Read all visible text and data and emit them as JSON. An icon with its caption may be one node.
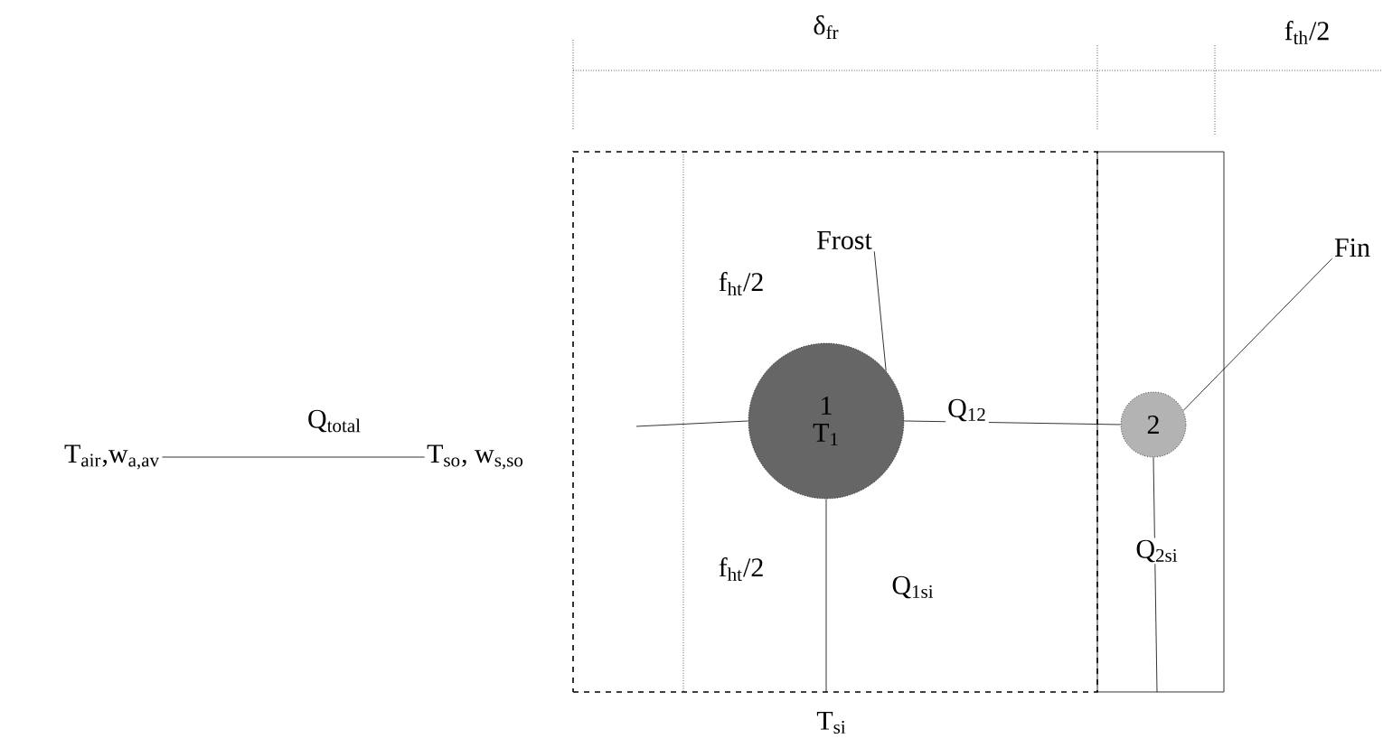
{
  "diagram": {
    "nodes": [
      {
        "text": [],
        "shape": "box"
      },
      {
        "text": [],
        "shape": "box"
      },
      {
        "text": [
          "1",
          "T$_{1}$"
        ],
        "in": 0
      },
      {
        "text": [
          "2"
        ],
        "in": 1
      },
      {
        "text": [
          "T$_{air}$,w$_{a,av}$"
        ]
      },
      {
        "text": [
          "T$_{so}$, w$_{s,so}$"
        ]
      },
      {
        "text": [
          "Frost"
        ],
        "in": 0
      },
      {
        "text": [
          "Fin"
        ]
      }
    ],
    "edges": [
      {
        "from": 4,
        "to": 5,
        "arrow": "none",
        "label": "Q$_{total}$"
      },
      {
        "from": null,
        "to": 2,
        "arrow": "none"
      },
      {
        "from": 2,
        "to": 3,
        "arrow": "none",
        "label": "Q$_{12}$"
      },
      {
        "from": 2,
        "to": null,
        "arrow": "none",
        "label": "Q$_{1si}$"
      },
      {
        "from": 3,
        "to": null,
        "arrow": "none",
        "label": "Q$_{2si}$"
      },
      {
        "from": 6,
        "to": 2,
        "arrow": "none"
      },
      {
        "from": 7,
        "to": 3,
        "arrow": "none"
      }
    ],
    "labels": [
      "δ$_{fr}$",
      "f$_{th}$/2",
      "f$_{ht}$/2",
      "f$_{ht}$/2",
      "T$_{si}$"
    ]
  }
}
